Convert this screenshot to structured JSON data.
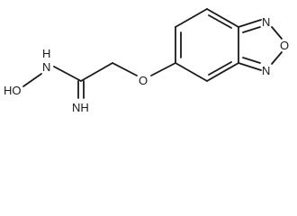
{
  "molecule": {
    "atoms": {
      "HO": "HO",
      "NH": "N",
      "NH_H": "H",
      "NH_imine": "NH",
      "O_ether": "O",
      "N_top": "N",
      "O_ring": "O",
      "N_bottom": "N"
    }
  }
}
